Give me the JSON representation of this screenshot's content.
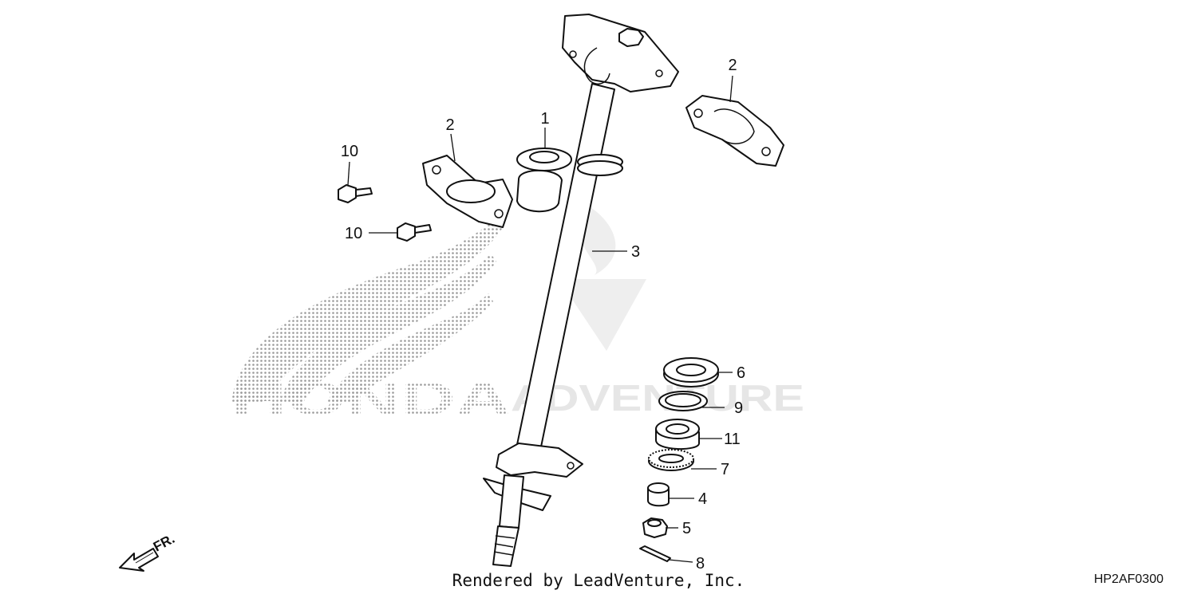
{
  "watermark": {
    "brand": "HONDA",
    "dealer": "ADVENTURE",
    "dot_color": "#9a9a9a",
    "faint_color": "#eeeeee"
  },
  "callouts": [
    {
      "id": "c1",
      "label": "1"
    },
    {
      "id": "c2a",
      "label": "2"
    },
    {
      "id": "c2b",
      "label": "2"
    },
    {
      "id": "c3",
      "label": "3"
    },
    {
      "id": "c4",
      "label": "4"
    },
    {
      "id": "c5",
      "label": "5"
    },
    {
      "id": "c6",
      "label": "6"
    },
    {
      "id": "c7",
      "label": "7"
    },
    {
      "id": "c8",
      "label": "8"
    },
    {
      "id": "c9",
      "label": "9"
    },
    {
      "id": "c10a",
      "label": "10"
    },
    {
      "id": "c10b",
      "label": "10"
    },
    {
      "id": "c11",
      "label": "11"
    }
  ],
  "front_indicator": {
    "label": "FR."
  },
  "footer": {
    "credit": "Rendered by LeadVenture, Inc.",
    "diagram_code": "HP2AF0300"
  }
}
